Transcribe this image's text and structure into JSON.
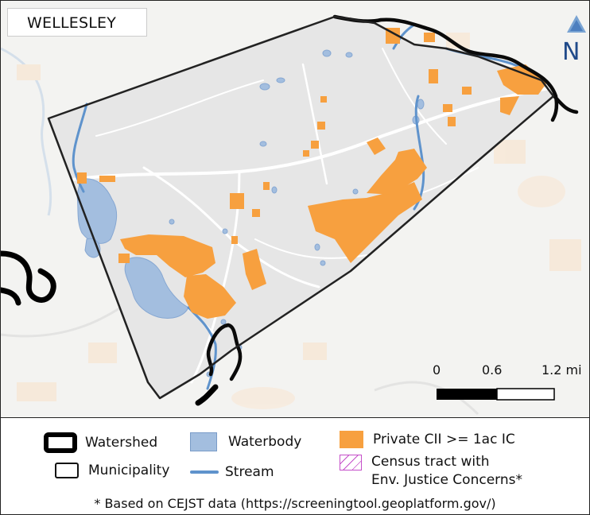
{
  "map": {
    "title": "WELLESLEY",
    "north_arrow_letter": "N",
    "scale_labels": [
      "0",
      "0.6",
      "1.2 mi"
    ]
  },
  "legend": {
    "watershed": "Watershed",
    "municipality": "Municipality",
    "waterbody": "Waterbody",
    "stream": "Stream",
    "private_cii": "Private CII >= 1ac IC",
    "census_tract_line1": "Census tract with",
    "census_tract_line2": "Env. Justice Concerns*",
    "footnote": "* Based on CEJST data (https://screeningtool.geoplatform.gov/)"
  },
  "colors": {
    "private_cii": "#f7a03f",
    "waterbody": "#a3bedf",
    "stream": "#5f93cc",
    "watershed": "#000000",
    "municipality": "#222222",
    "census_tract": "#c54fc9"
  },
  "icons": {
    "north_arrow": "north-arrow-icon",
    "scale_bar": "scale-bar-icon"
  }
}
